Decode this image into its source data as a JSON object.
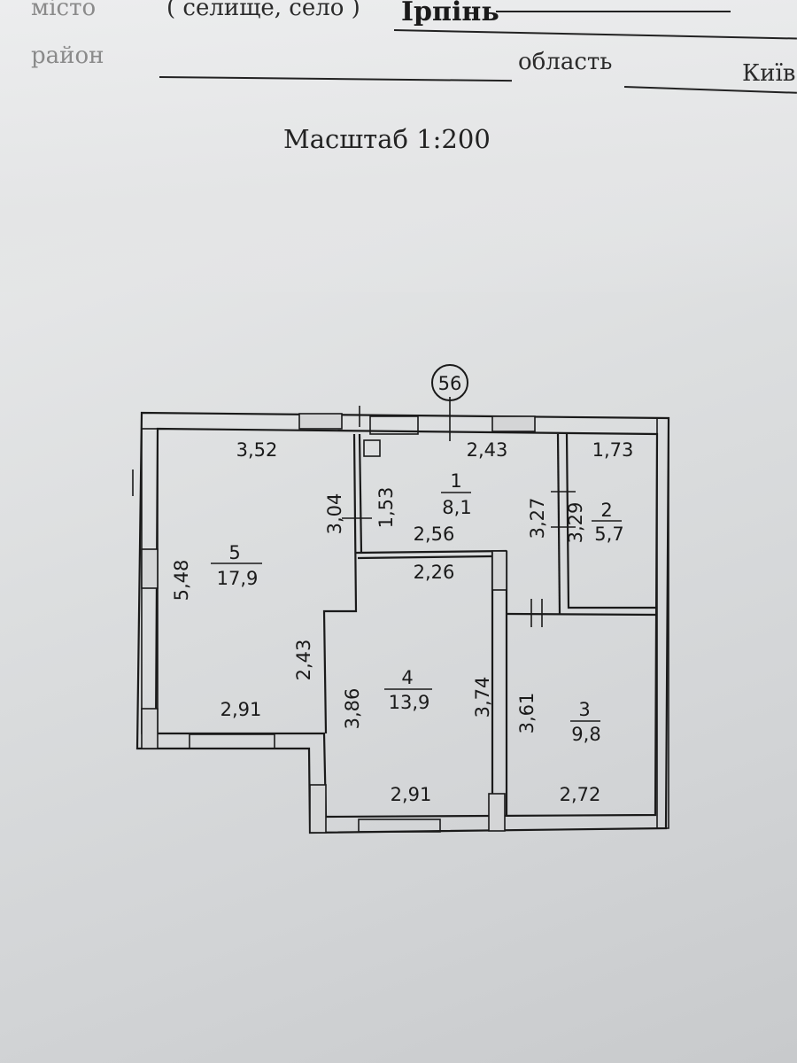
{
  "header": {
    "city_label": "місто",
    "settlement_label": "( селище, село )",
    "settlement_value": "Ірпінь",
    "district_label": "район",
    "region_label": "область",
    "region_value": "Київ",
    "scale": "Масштаб 1:200"
  },
  "plan": {
    "building_number": "56",
    "rooms": [
      {
        "number": "1",
        "area": "8,1"
      },
      {
        "number": "2",
        "area": "5,7"
      },
      {
        "number": "3",
        "area": "9,8"
      },
      {
        "number": "4",
        "area": "13,9"
      },
      {
        "number": "5",
        "area": "17,9"
      }
    ],
    "dimensions": {
      "r5_top": "3,52",
      "r5_side": "5,48",
      "r5_bottom": "2,91",
      "r5_notch": "3,04",
      "r5_inner": "2,43",
      "r1_top": "2,43",
      "r1_bottom": "2,56",
      "r1_left": "1,53",
      "r1_right": "3,27",
      "r2_top": "1,73",
      "r2_side": "3,29",
      "r4_top": "2,26",
      "r4_left": "3,86",
      "r4_right": "3,74",
      "r4_bottom": "2,91",
      "r3_side": "3,61",
      "r3_bottom": "2,72"
    }
  }
}
